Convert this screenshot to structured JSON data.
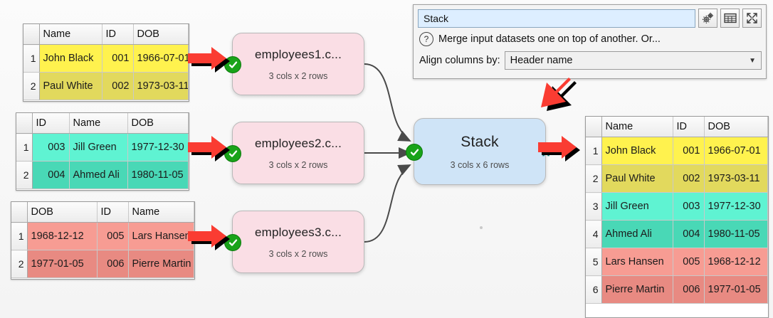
{
  "panel": {
    "name_value": "Stack",
    "description": "Merge input datasets one on top of another. Or...",
    "help_icon": "?",
    "align_label": "Align columns by:",
    "align_value": "Header name",
    "dropdown_arrow": "▼",
    "buttons": {
      "settings": "gears-icon",
      "table": "table-icon",
      "expand": "expand-icon"
    }
  },
  "nodes": [
    {
      "title": "employees1.c...",
      "subtitle": "3 cols x 2 rows",
      "status": "ok"
    },
    {
      "title": "employees2.c...",
      "subtitle": "3 cols x 2 rows",
      "status": "ok"
    },
    {
      "title": "employees3.c...",
      "subtitle": "3 cols x 2 rows",
      "status": "ok"
    }
  ],
  "stack_node": {
    "title": "Stack",
    "subtitle": "3 cols x 6 rows",
    "status": "ok",
    "caret": "∧"
  },
  "tables": {
    "employees1": {
      "headers": [
        "Name",
        "ID",
        "DOB"
      ],
      "aligns": [
        "txt",
        "num",
        "txt"
      ],
      "widths": [
        "88px",
        "44px",
        "auto"
      ],
      "rows": [
        {
          "n": "1",
          "cells": [
            "John Black",
            "001",
            "1966-07-01"
          ],
          "bg": "#FFF24E"
        },
        {
          "n": "2",
          "cells": [
            "Paul White",
            "002",
            "1973-03-11"
          ],
          "bg": "#E2D95D"
        }
      ]
    },
    "employees2": {
      "headers": [
        "ID",
        "Name",
        "DOB"
      ],
      "aligns": [
        "num",
        "txt",
        "txt"
      ],
      "widths": [
        "52px",
        "82px",
        "auto"
      ],
      "rows": [
        {
          "n": "1",
          "cells": [
            "003",
            "Jill Green",
            "1977-12-30"
          ],
          "bg": "#5FF3D2"
        },
        {
          "n": "2",
          "cells": [
            "004",
            "Ahmed Ali",
            "1980-11-05"
          ],
          "bg": "#49D8B6"
        }
      ]
    },
    "employees3": {
      "headers": [
        "DOB",
        "ID",
        "Name"
      ],
      "aligns": [
        "txt",
        "num",
        "txt"
      ],
      "widths": [
        "98px",
        "44px",
        "auto"
      ],
      "rows": [
        {
          "n": "1",
          "cells": [
            "1968-12-12",
            "005",
            "Lars Hansen"
          ],
          "bg": "#F79C93"
        },
        {
          "n": "2",
          "cells": [
            "1977-01-05",
            "006",
            "Pierre Martin"
          ],
          "bg": "#E88A82"
        }
      ]
    },
    "output": {
      "headers": [
        "Name",
        "ID",
        "DOB"
      ],
      "aligns": [
        "txt",
        "num",
        "txt"
      ],
      "widths": [
        "100px",
        "44px",
        "auto"
      ],
      "rows": [
        {
          "n": "1",
          "cells": [
            "John Black",
            "001",
            "1966-07-01"
          ],
          "bg": "#FFF24E"
        },
        {
          "n": "2",
          "cells": [
            "Paul White",
            "002",
            "1973-03-11"
          ],
          "bg": "#E2D95D"
        },
        {
          "n": "3",
          "cells": [
            "Jill Green",
            "003",
            "1977-12-30"
          ],
          "bg": "#5FF3D2"
        },
        {
          "n": "4",
          "cells": [
            "Ahmed Ali",
            "004",
            "1980-11-05"
          ],
          "bg": "#49D8B6"
        },
        {
          "n": "5",
          "cells": [
            "Lars Hansen",
            "005",
            "1968-12-12"
          ],
          "bg": "#F79C93"
        },
        {
          "n": "6",
          "cells": [
            "Pierre Martin",
            "006",
            "1977-01-05"
          ],
          "bg": "#E88A82"
        }
      ]
    }
  },
  "colors": {
    "accent_red": "#FA3C32",
    "node_source": "#fadee5",
    "node_op": "#cfe4f7",
    "status_green": "#19a319",
    "caret_teal": "#15807a"
  }
}
